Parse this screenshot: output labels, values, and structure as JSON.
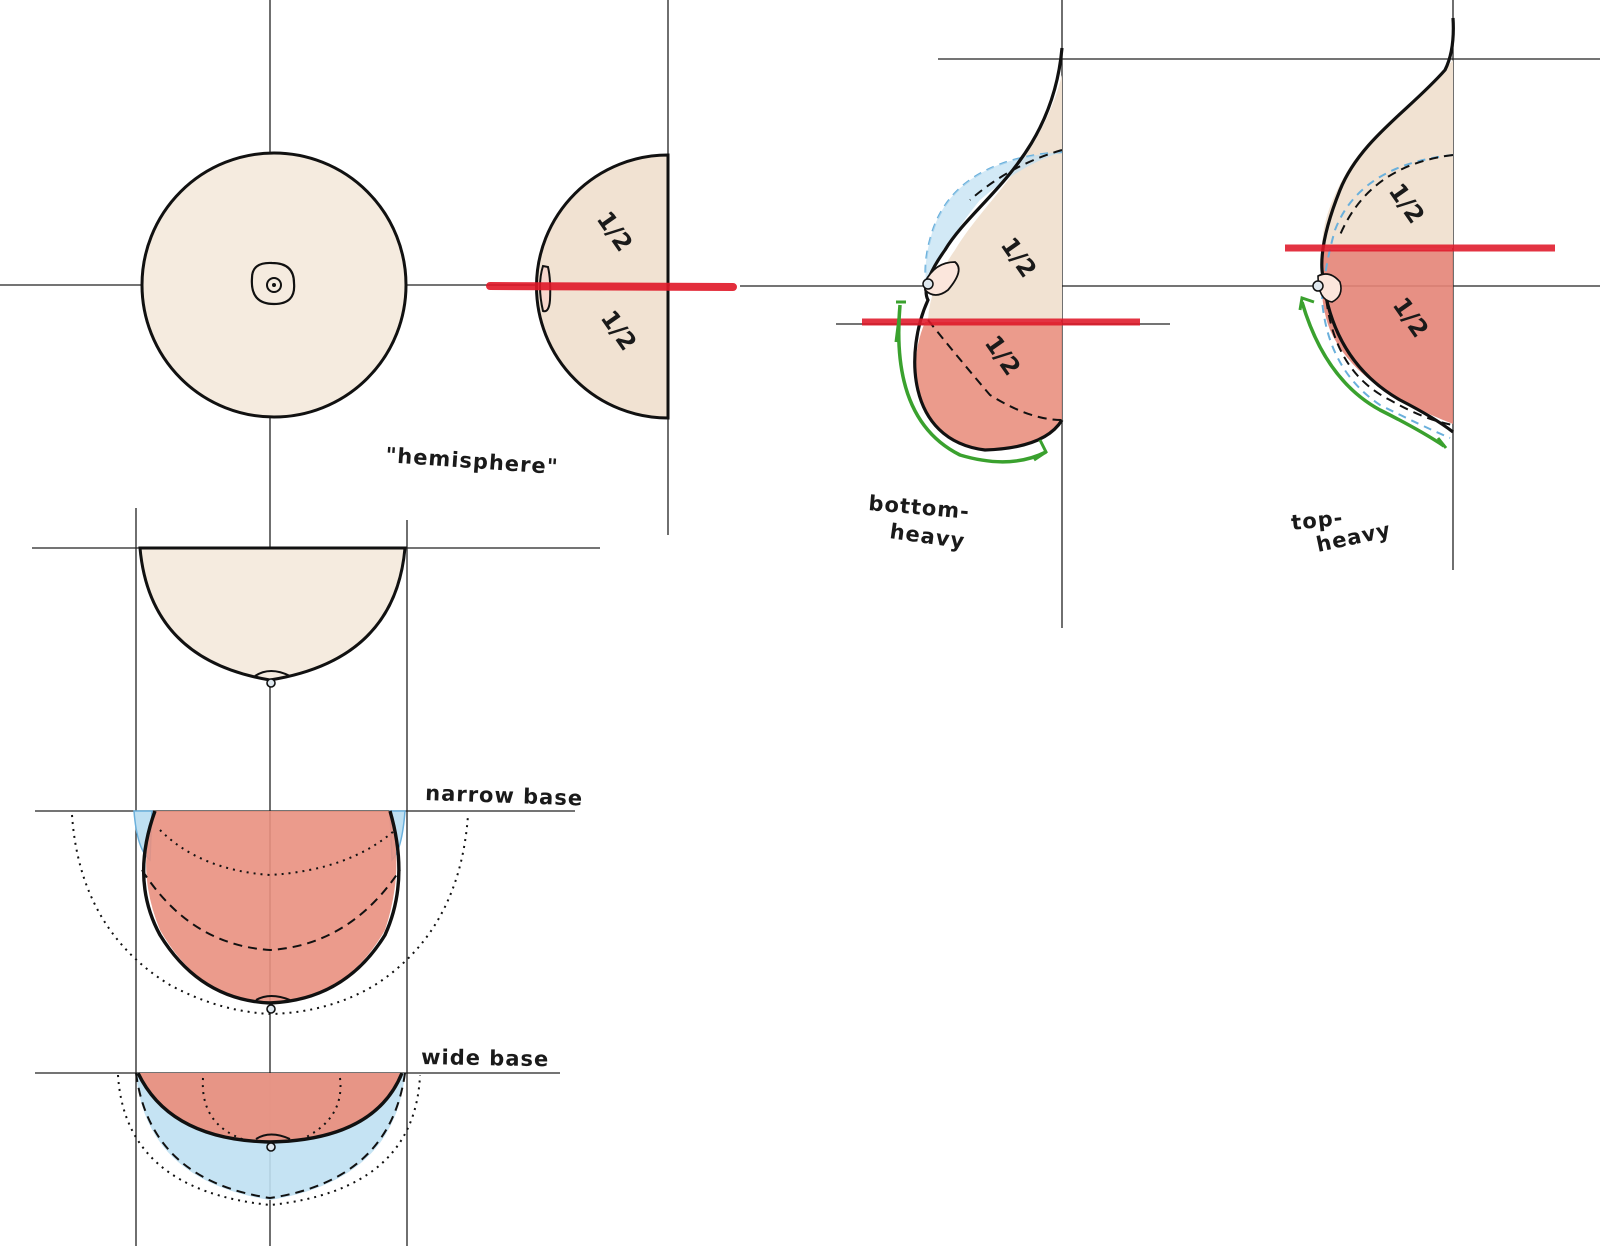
{
  "labels": {
    "hemisphere": "\"hemisphere\"",
    "bottom_heavy_1": "bottom-",
    "bottom_heavy_2": "heavy",
    "top_heavy_1": "top-",
    "top_heavy_2": "heavy",
    "narrow_base": "narrow base",
    "wide_base": "wide base",
    "half": "1/2"
  },
  "colors": {
    "ink": "#111111",
    "skin": "#f1e2d2",
    "red_fill": "#e9907f",
    "red_line": "#e01828",
    "blue": "#8cc3e4",
    "blue_fill": "#bfe0f2",
    "green": "#3aa12e",
    "guide": "#222222"
  }
}
